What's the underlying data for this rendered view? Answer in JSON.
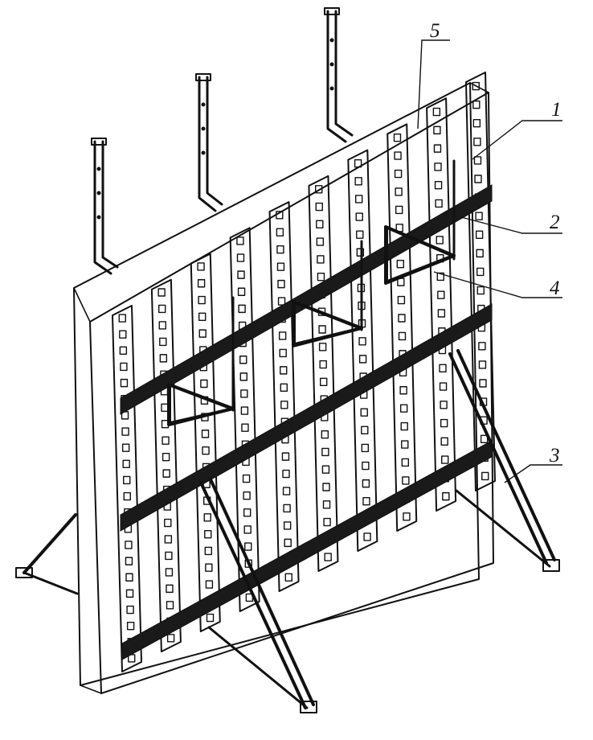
{
  "callouts": [
    {
      "id": "1",
      "label": "1"
    },
    {
      "id": "2",
      "label": "2"
    },
    {
      "id": "3",
      "label": "3"
    },
    {
      "id": "4",
      "label": "4"
    },
    {
      "id": "5",
      "label": "5"
    }
  ],
  "colors": {
    "ink": "#111111",
    "paper": "#ffffff",
    "waler": "#1a1a1a"
  }
}
